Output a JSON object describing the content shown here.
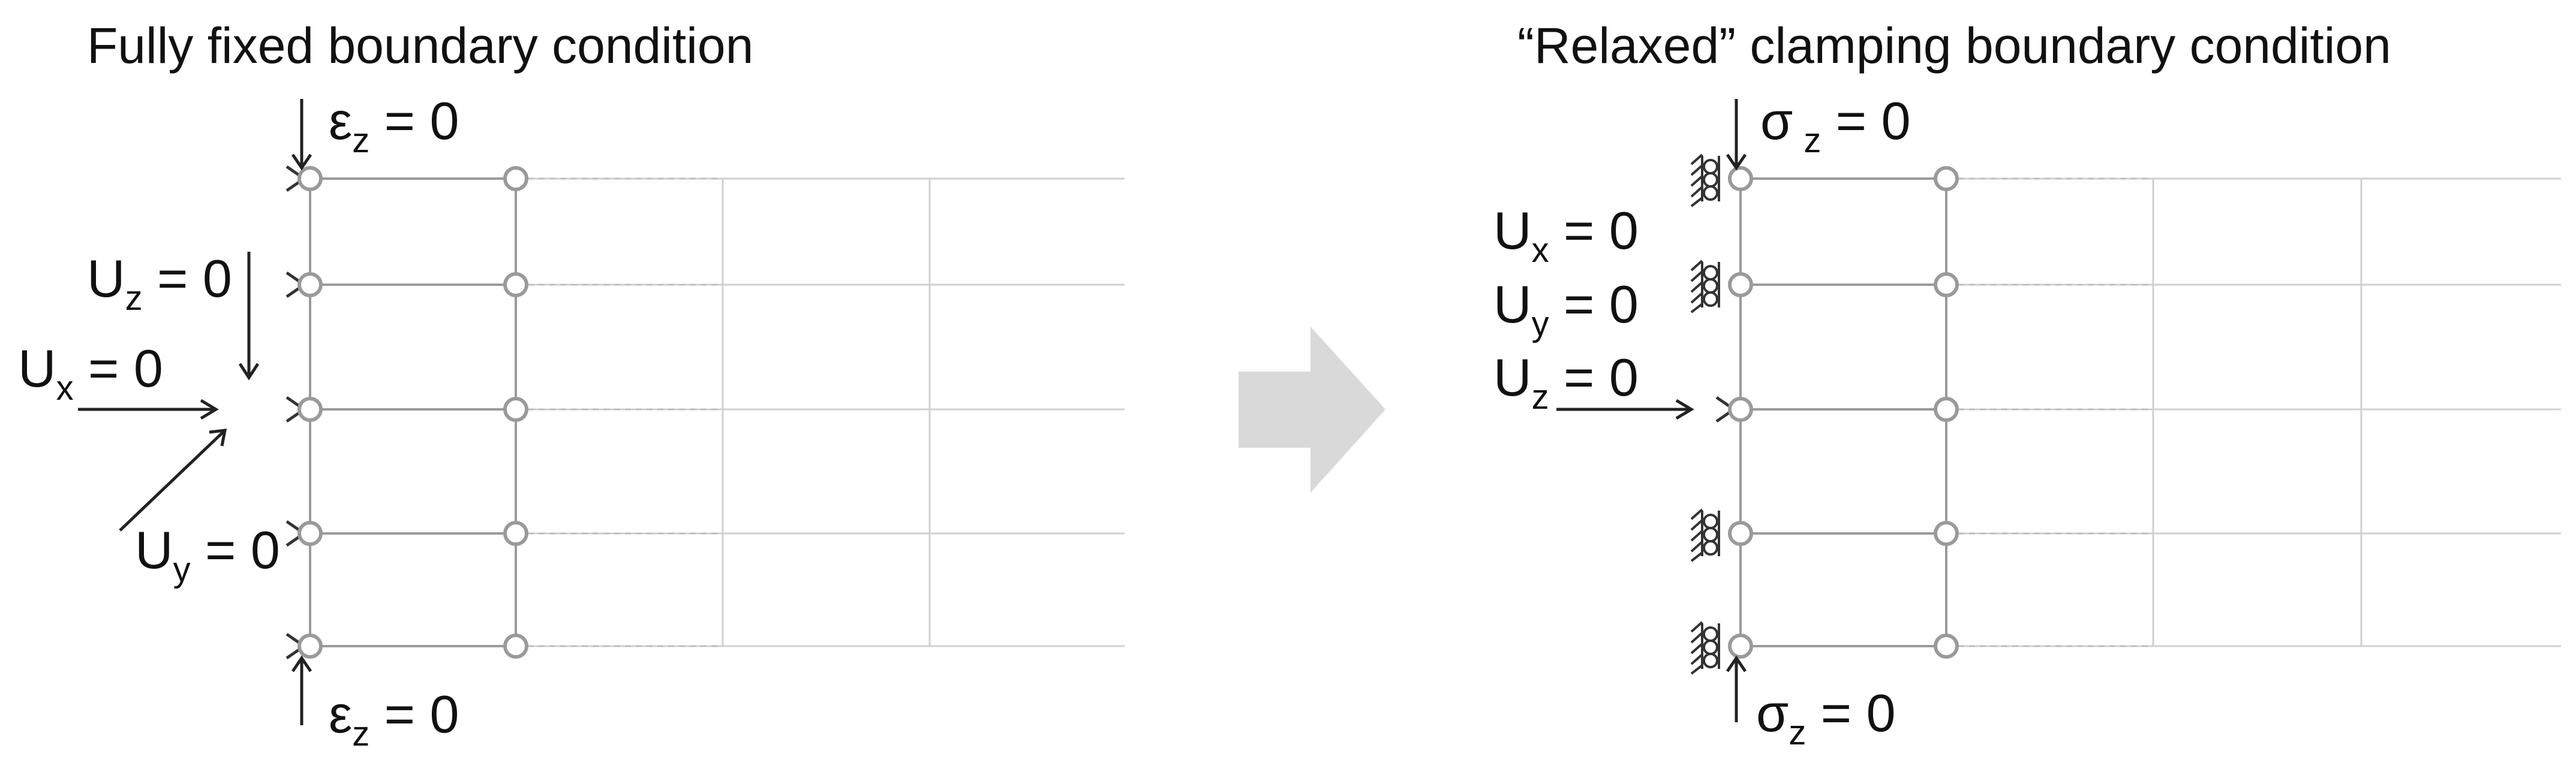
{
  "left_panel": {
    "title": "Fully fixed boundary condition",
    "labels": {
      "eps_top_base": "ε",
      "eps_top_sub": "z",
      "eps_top_rest": " = 0",
      "uz_base": "U",
      "uz_sub": "z",
      "uz_rest": " = 0",
      "ux_base": "U",
      "ux_sub": "x",
      "ux_rest": " = 0",
      "uy_base": "U",
      "uy_sub": "y",
      "uy_rest": " = 0",
      "eps_bot_base": "ε",
      "eps_bot_sub": "z",
      "eps_bot_rest": " = 0"
    }
  },
  "right_panel": {
    "title": "“Relaxed” clamping boundary condition",
    "labels": {
      "sig_top_base": "σ",
      "sig_top_sub": "z",
      "sig_top_rest": " = 0",
      "ux_base": "U",
      "ux_sub": "x",
      "ux_rest": " = 0",
      "uy_base": "U",
      "uy_sub": "y",
      "uy_rest": " = 0",
      "uz_base": "U",
      "uz_sub": "z",
      "uz_rest": " = 0",
      "sig_bot_base": "σ",
      "sig_bot_sub": "z",
      "sig_bot_rest": " = 0"
    }
  },
  "colors": {
    "transition_arrow": "#d9d9d9",
    "grid": "#d0d0d0",
    "mesh": "#9a9a9a",
    "text": "#111111"
  }
}
